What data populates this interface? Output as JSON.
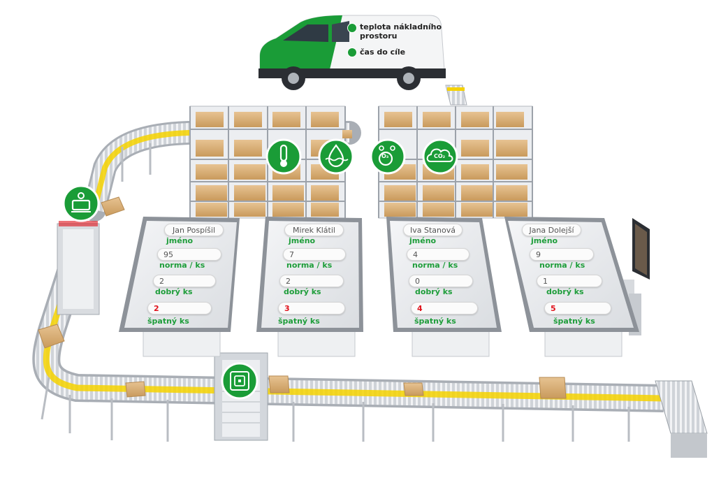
{
  "van": {
    "labels": [
      {
        "text_line1": "teplota nákladního",
        "text_line2": "prostoru",
        "icon": "thermometer-icon"
      },
      {
        "text_line1": "čas do cíle",
        "text_line2": "",
        "icon": "clock-icon"
      }
    ],
    "brand_color": "#1a9c37"
  },
  "sensor_icons": [
    "thermometer-icon",
    "humidity-icon",
    "ozone-icon",
    "co2-icon"
  ],
  "co2_label": "CO₂",
  "ozone_label": "O₃",
  "colors": {
    "accent": "#1a9c37",
    "bad": "#e0121b",
    "conveyor_stripe": "#f6d200"
  },
  "stations": [
    {
      "name": "Jan Pospíšil",
      "name_label": "jméno",
      "norma": "95",
      "norma_label": "norma / ks",
      "dobry": "2",
      "dobry_label": "dobrý ks",
      "spatny": "2",
      "spatny_label": "špatný ks"
    },
    {
      "name": "Mirek Klátil",
      "name_label": "jméno",
      "norma": "7",
      "norma_label": "norma / ks",
      "dobry": "2",
      "dobry_label": "dobrý ks",
      "spatny": "3",
      "spatny_label": "špatný ks"
    },
    {
      "name": "Iva Stanová",
      "name_label": "jméno",
      "norma": "4",
      "norma_label": "norma / ks",
      "dobry": "0",
      "dobry_label": "dobrý ks",
      "spatny": "4",
      "spatny_label": "špatný ks"
    },
    {
      "name": "Jana Dolejší",
      "name_label": "jméno",
      "norma": "9",
      "norma_label": "norma / ks",
      "dobry": "1",
      "dobry_label": "dobrý ks",
      "spatny": "5",
      "spatny_label": "špatný ks"
    }
  ],
  "scale_icon": "scale-icon",
  "rfid_icon": "rfid-chip-icon"
}
